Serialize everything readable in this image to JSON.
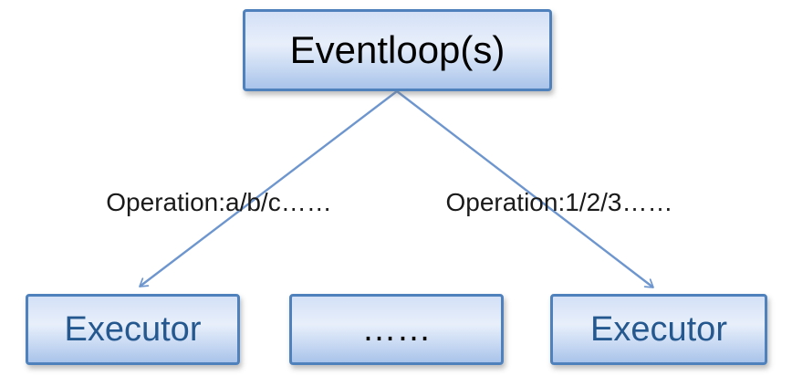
{
  "diagram": {
    "root_node": {
      "label": "Eventloop(s)"
    },
    "edges": [
      {
        "label": "Operation:a/b/c……"
      },
      {
        "label": "Operation:1/2/3……"
      }
    ],
    "leaf_nodes": [
      {
        "label": "Executor"
      },
      {
        "label": "……"
      },
      {
        "label": "Executor"
      }
    ]
  },
  "colors": {
    "box-border": "#4f81bd",
    "box-fill-top": "#d3e0f6",
    "box-fill-mid": "#e8effb",
    "box-fill-low": "#c2d5f1",
    "box-fill-bottom": "#a9c3ea",
    "arrow-color": "#6e96ce",
    "executor-text-color": "#24588f",
    "title-text-color": "#000000",
    "label-text-color": "#1a1a1a"
  }
}
